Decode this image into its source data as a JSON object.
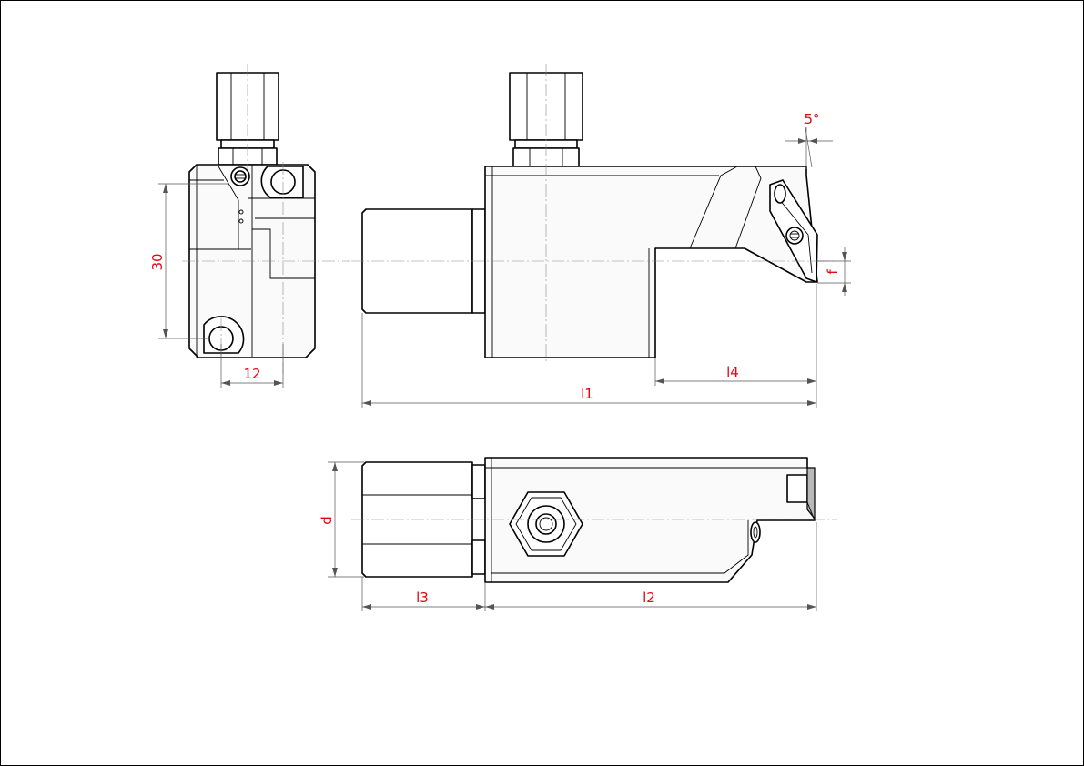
{
  "drawing": {
    "dimensions": {
      "angle": "5°",
      "width_30": "30",
      "width_12": "12",
      "f": "f",
      "l1": "l1",
      "l2": "l2",
      "l3": "l3",
      "l4": "l4",
      "d": "d"
    },
    "colors": {
      "dimension_text": "#e30613",
      "outline": "#000000",
      "center_line": "#888888"
    }
  }
}
